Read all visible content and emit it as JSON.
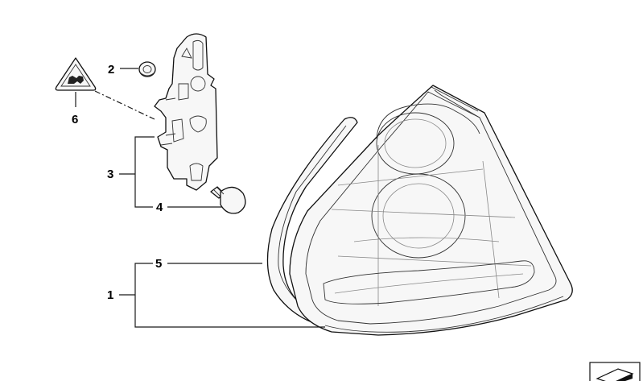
{
  "callouts": {
    "c1": "1",
    "c2": "2",
    "c3": "3",
    "c4": "4",
    "c5": "5",
    "c6": "6"
  },
  "colors": {
    "ink": "#111111",
    "part_fill": "#f7f7f7",
    "background": "#ffffff"
  },
  "icons": [
    "warning-triangle-icon",
    "arrow-logo-icon"
  ]
}
